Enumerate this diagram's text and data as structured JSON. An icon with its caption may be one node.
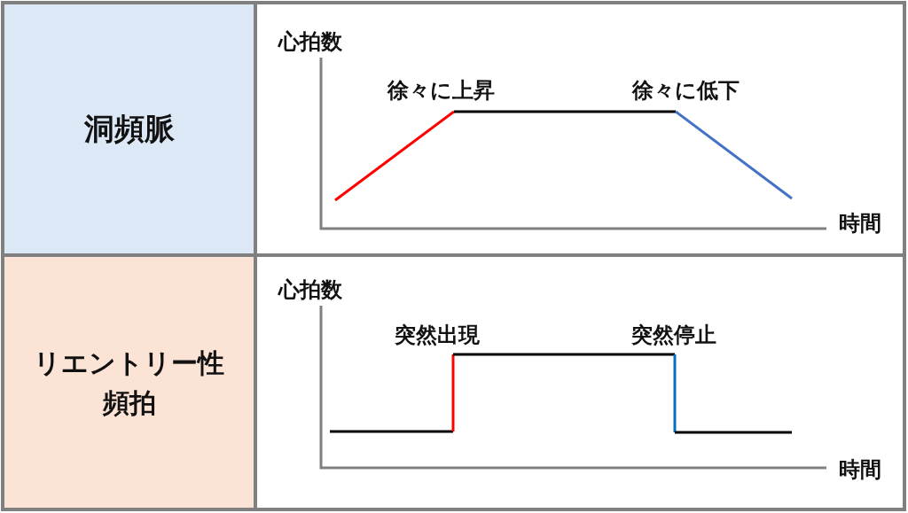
{
  "diagram": {
    "nodes": [
      {
        "text": [
          "洞頻脈"
        ]
      },
      {
        "text": [
          "リエントリー性頻拍"
        ]
      }
    ],
    "labels": [
      "心拍数",
      "徐々に上昇",
      "徐々に低下",
      "時間",
      "心拍数",
      "突然出現",
      "突然停止",
      "時間"
    ]
  }
}
